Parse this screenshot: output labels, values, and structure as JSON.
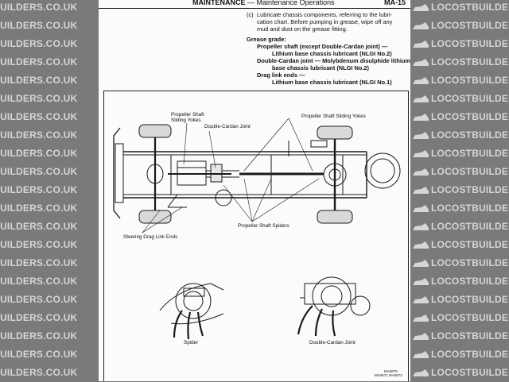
{
  "header": {
    "section": "MAINTENANCE",
    "subsection": "— Maintenance Operations",
    "page_number": "MA-15"
  },
  "instruction": {
    "marker": "(c)",
    "lines": [
      "Lubricate chassis components, referring to the lubri-",
      "cation chart. Before pumping in grease, wipe off any",
      "mud and dust on the grease fitting."
    ]
  },
  "grease": {
    "heading": "Grease grade:",
    "items": [
      {
        "part": "Propeller shaft (except Double-Cardan joint) —",
        "lubricant": "Lithium base chassis lubricant (NLGI No.2)"
      },
      {
        "part": "Double-Cardan joint — Molybdenum disulphide lithium",
        "lubricant": "base chassis lubricant (NLGI No.2)"
      },
      {
        "part": "Drag link ends —",
        "lubricant": "Lithium base chassis lubricant (NLGI No.1)"
      }
    ]
  },
  "figure": {
    "labels": {
      "shaft_yokes_left": [
        "Propeller Shaft",
        "Sliding Yokes"
      ],
      "double_cardan": "Double-Cardan Joint",
      "shaft_yokes_right": "Propeller Shaft Sliding Yokes",
      "spiders": "Propeller Shaft Spiders",
      "drag_link": "Steering Drag Link Ends",
      "spider": "Spider",
      "double_cardan_detail": "Double-Cardan Joint"
    },
    "codes": [
      "MA0676",
      "MA0671 MA0672"
    ]
  },
  "watermark": {
    "text": "LOCOSTBUILDERS.CO.UK",
    "text_color": "#d6d6d6",
    "logo_icon": "car-logo-icon"
  }
}
